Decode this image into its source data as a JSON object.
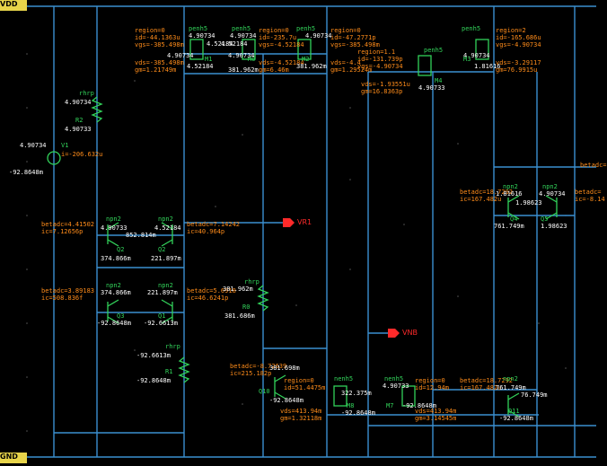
{
  "rails": {
    "vdd": "VDD",
    "gnd": "GND"
  },
  "pins": {
    "vr1": "VR1",
    "vnb": "VNB"
  },
  "devices": {
    "m1": "M1",
    "m0": "M0",
    "m2": "M2",
    "m3": "M3",
    "m4": "M4",
    "m7": "M7",
    "m8": "M8",
    "q2": "Q2",
    "q2b": "Q2",
    "q3": "Q3",
    "q1": "Q1",
    "q4": "Q4",
    "q5": "Q5",
    "q11": "Q11",
    "q10": "Q10",
    "r0": "R0",
    "r1": "R1",
    "r2": "R2",
    "vs": "V1"
  },
  "models": {
    "penh": "penh5",
    "nenh": "nenh5",
    "npn": "npn2",
    "rhrp": "rhrp",
    "npnstack": "npn2"
  },
  "annot": {
    "penh_m1": [
      "region=0",
      "id=-44.1363u",
      "vgs=-385.498m"
    ],
    "penh_m1b": [
      "vds=-385.498m",
      "gm=1.21749m"
    ],
    "penh_m0": [
      "region=0",
      "id=-235.7u",
      "vgs=-4.52184"
    ],
    "penh_m0b": [
      "vds=-4.52184",
      "gm=6.46m"
    ],
    "penh_m2": [
      "region=0",
      "id=-47.2771p",
      "vgs=-385.498m"
    ],
    "penh_m2b": [
      "vds=-4.4",
      "gm=1.29524m"
    ],
    "penh_m4": [
      "region=1.1",
      "id=-131.739p",
      "vgs=-4.90734"
    ],
    "penh_m4b": [
      "vds=-1.93551u",
      "gm=16.8363p"
    ],
    "penh_m3": [
      "region=2",
      "id=-165.686u",
      "vgs=-4.90734"
    ],
    "penh_m3b": [
      "vds=-3.29117",
      "gm=76.9915u"
    ],
    "bjt_left1": [
      "betadc=4.41502",
      "ic=7.12656p"
    ],
    "bjt_left2": [
      "betadc=7.14242",
      "ic=40.964p"
    ],
    "bjt_left3": [
      "betadc=3.89183",
      "ic=508.836f"
    ],
    "bjt_left4": [
      "betadc=5.6918",
      "ic=46.6241p"
    ],
    "bjt_q4": [
      "betadc=18.7292",
      "ic=167.482u"
    ],
    "bjt_q5": [
      "betadc=",
      "ic=-8.14"
    ],
    "bjt_q10": [
      "betadc=-8.72639",
      "ic=215.182p"
    ],
    "nenh_m8": [
      "region=0",
      "id=51.4475m",
      "vds=413.94m",
      "gm=1.32118m"
    ],
    "nenh_m7": [
      "region=0",
      "id=12.94m",
      "vds=413.94m",
      "gm=3.14545m"
    ],
    "bjt_q11": [
      "betadc=18.7292",
      "ic=167.482u"
    ]
  },
  "values": {
    "v4907": "4.90734",
    "v4907b": "4.90733",
    "v4521": "4.52184",
    "v3818": "381.962m",
    "v3816": "381.686m",
    "v3818b": "381.698m",
    "v1816": "1.81616",
    "v1986": "1.98623",
    "vneg": "-92.8648m",
    "vneg2": "-92.6613m",
    "v852": "852.814m",
    "v374": "374.866m",
    "v221": "221.897m",
    "v221b": "221.897m",
    "v761": "761.749m",
    "v322": "322.375m",
    "v76": "76.749m",
    "vsrc": "4.90734",
    "isrc": "i=-206.632u",
    "vsrcneg": "-92.8648m",
    "betadc_right": "betadc=",
    "ic_right": "ic=-8.14"
  },
  "colors": {
    "wire": "#3b8fd0",
    "device": "#32d25a",
    "annot": "#ff8c1a",
    "rail": "#e7d44a",
    "pin": "#ff2a2a",
    "background": "#000000"
  }
}
